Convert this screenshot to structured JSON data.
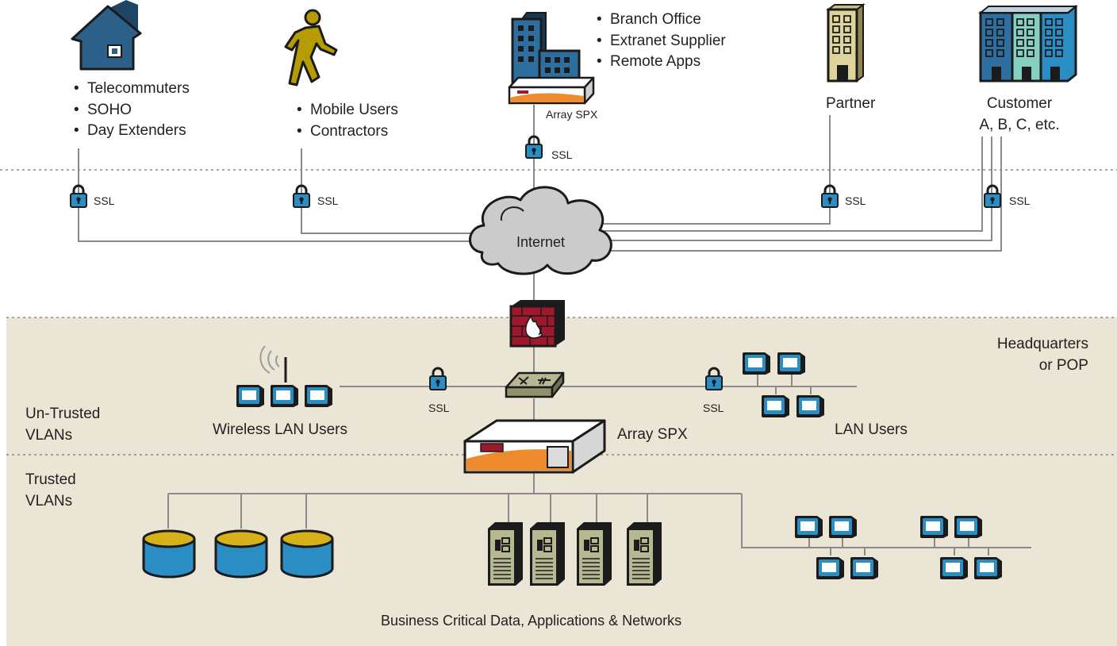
{
  "groups": {
    "home": [
      "Telecommuters",
      "SOHO",
      "Day Extenders"
    ],
    "mobile": [
      "Mobile Users",
      "Contractors"
    ],
    "branch": [
      "Branch Office",
      "Extranet Supplier",
      "Remote Apps"
    ]
  },
  "labels": {
    "array_spx_top": "Array SPX",
    "partner": "Partner",
    "customer_line1": "Customer",
    "customer_line2": "A, B, C, etc.",
    "internet": "Internet",
    "ssl": "SSL",
    "headquarters_line1": "Headquarters",
    "headquarters_line2": "or POP",
    "untrusted_line1": "Un-Trusted",
    "untrusted_line2": "VLANs",
    "trusted_line1": "Trusted",
    "trusted_line2": "VLANs",
    "wireless": "Wireless LAN Users",
    "array_spx_main": "Array SPX",
    "lan_users": "LAN Users",
    "business": "Business Critical Data, Applications & Networks"
  },
  "colors": {
    "hq_zone": "#ebe5d6",
    "line": "#8a8a8a",
    "terminal_blue": "#2a8ec4",
    "server_green": "#b5b890",
    "firewall_red": "#a0182c",
    "database_gold": "#d6b11a",
    "appliance_orange": "#ed8b2e",
    "building_blue": "#2e6f9f",
    "partner_tan": "#ddd39b",
    "house_blue": "#2d6089",
    "walker_gold": "#b59c00"
  }
}
